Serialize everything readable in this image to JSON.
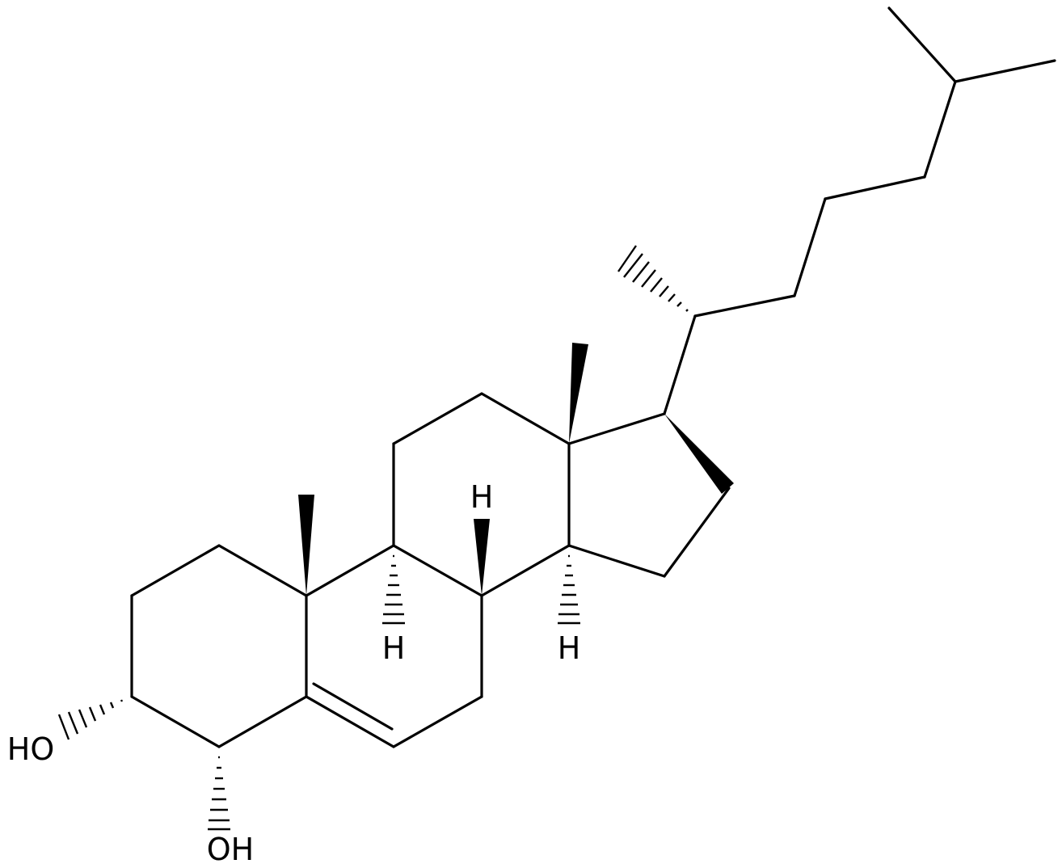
{
  "labels": {
    "oh_c3": "HO",
    "oh_c4": "OH",
    "h_c8": "H",
    "h_c9": "H",
    "h_c14": "H"
  }
}
